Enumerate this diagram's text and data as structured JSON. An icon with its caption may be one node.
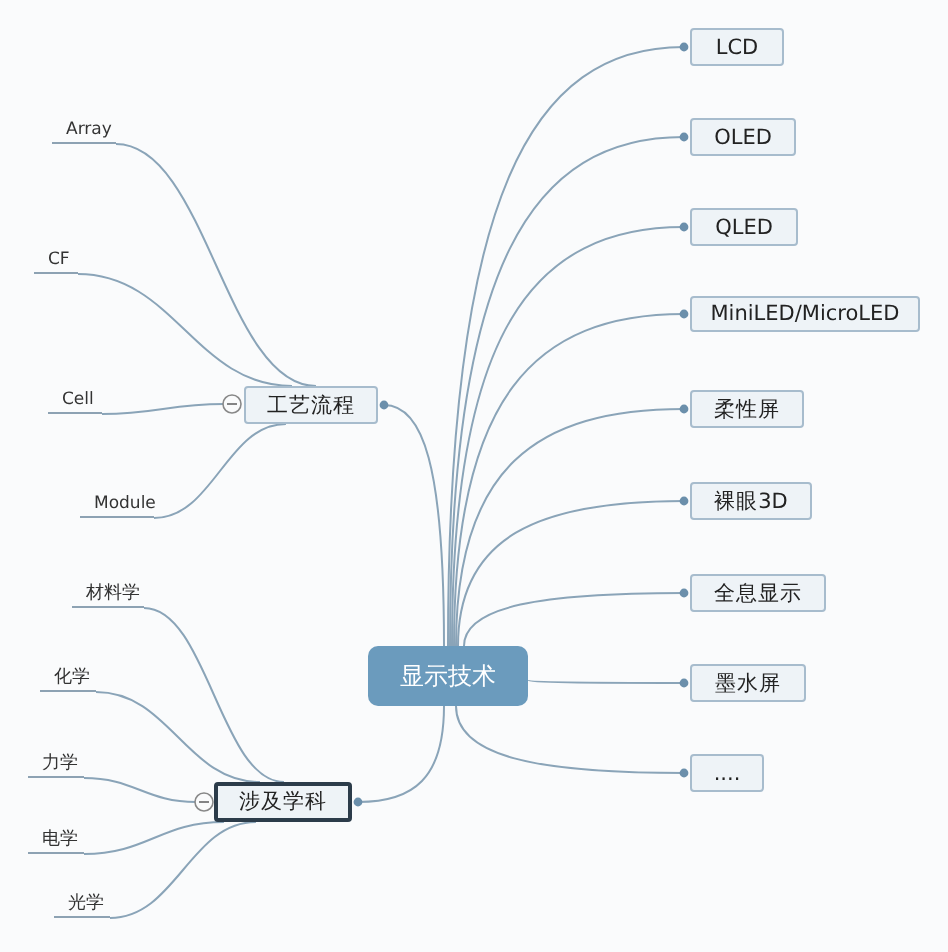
{
  "diagram": {
    "nodes": [
      {
        "text": [
          "显示技术"
        ]
      },
      {
        "text": [
          "工艺流程"
        ]
      },
      {
        "text": [
          "Array"
        ]
      },
      {
        "text": [
          "CF"
        ]
      },
      {
        "text": [
          "Cell"
        ]
      },
      {
        "text": [
          "Module"
        ]
      },
      {
        "text": [
          "涉及学科"
        ]
      },
      {
        "text": [
          "材料学"
        ]
      },
      {
        "text": [
          "化学"
        ]
      },
      {
        "text": [
          "力学"
        ]
      },
      {
        "text": [
          "电学"
        ]
      },
      {
        "text": [
          "光学"
        ]
      },
      {
        "text": [
          "LCD"
        ]
      },
      {
        "text": [
          "OLED"
        ]
      },
      {
        "text": [
          "QLED"
        ]
      },
      {
        "text": [
          "MiniLED/MicroLED"
        ]
      },
      {
        "text": [
          "柔性屏"
        ]
      },
      {
        "text": [
          "裸眼3D"
        ]
      },
      {
        "text": [
          "全息显示"
        ]
      },
      {
        "text": [
          "墨水屏"
        ]
      },
      {
        "text": [
          "...."
        ]
      }
    ],
    "edges": [
      {
        "from": 0,
        "to": 1,
        "arrow": "other"
      },
      {
        "from": 1,
        "to": 2,
        "arrow": "none"
      },
      {
        "from": 1,
        "to": 3,
        "arrow": "none"
      },
      {
        "from": 1,
        "to": 4,
        "arrow": "none"
      },
      {
        "from": 1,
        "to": 5,
        "arrow": "none"
      },
      {
        "from": 0,
        "to": 6,
        "arrow": "other"
      },
      {
        "from": 6,
        "to": 7,
        "arrow": "none"
      },
      {
        "from": 6,
        "to": 8,
        "arrow": "none"
      },
      {
        "from": 6,
        "to": 9,
        "arrow": "none"
      },
      {
        "from": 6,
        "to": 10,
        "arrow": "none"
      },
      {
        "from": 6,
        "to": 11,
        "arrow": "none"
      },
      {
        "from": 0,
        "to": 12,
        "arrow": "other"
      },
      {
        "from": 0,
        "to": 13,
        "arrow": "other"
      },
      {
        "from": 0,
        "to": 14,
        "arrow": "other"
      },
      {
        "from": 0,
        "to": 15,
        "arrow": "other"
      },
      {
        "from": 0,
        "to": 16,
        "arrow": "other"
      },
      {
        "from": 0,
        "to": 17,
        "arrow": "other"
      },
      {
        "from": 0,
        "to": 18,
        "arrow": "other"
      },
      {
        "from": 0,
        "to": 19,
        "arrow": "other"
      },
      {
        "from": 0,
        "to": 20,
        "arrow": "other"
      }
    ]
  }
}
